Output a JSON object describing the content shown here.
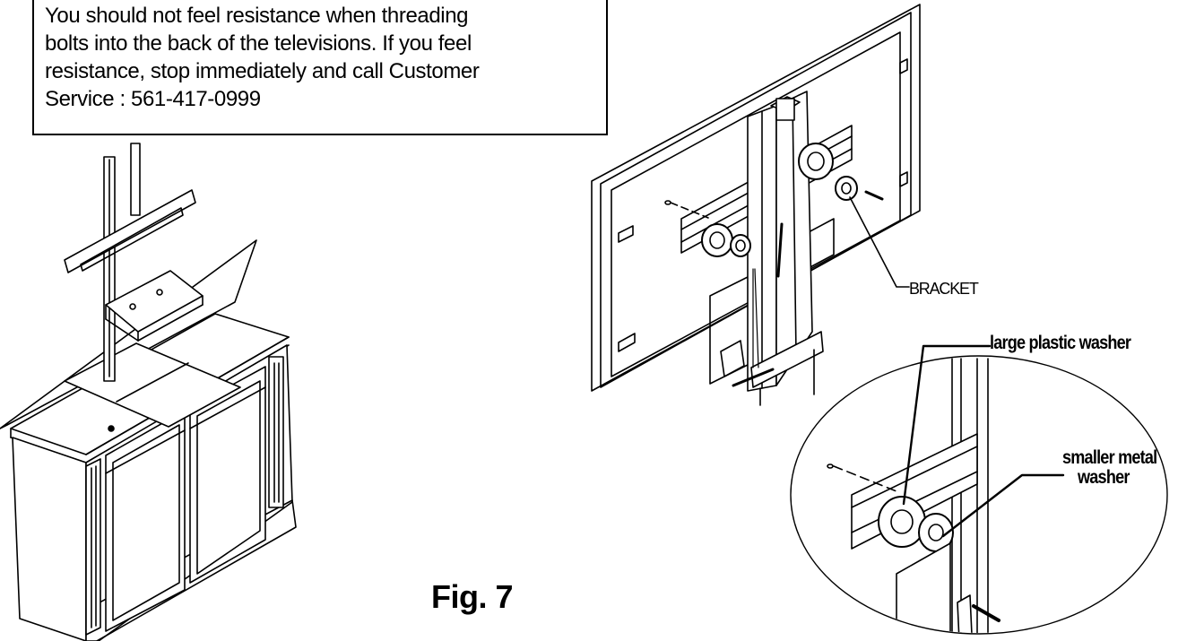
{
  "note": {
    "text": "You should not feel resistance when threading\nbolts into the back of the televisions. If you feel\nresistance, stop immediately and call Customer\nService : 561-417-0999"
  },
  "labels": {
    "bracket": "BRACKET",
    "large_plastic_washer": "large plastic washer",
    "smaller_metal_line1": "smaller metal",
    "smaller_metal_line2": "washer"
  },
  "figure": {
    "caption": "Fig. 7"
  },
  "colors": {
    "ink": "#000000",
    "paper": "#ffffff"
  }
}
